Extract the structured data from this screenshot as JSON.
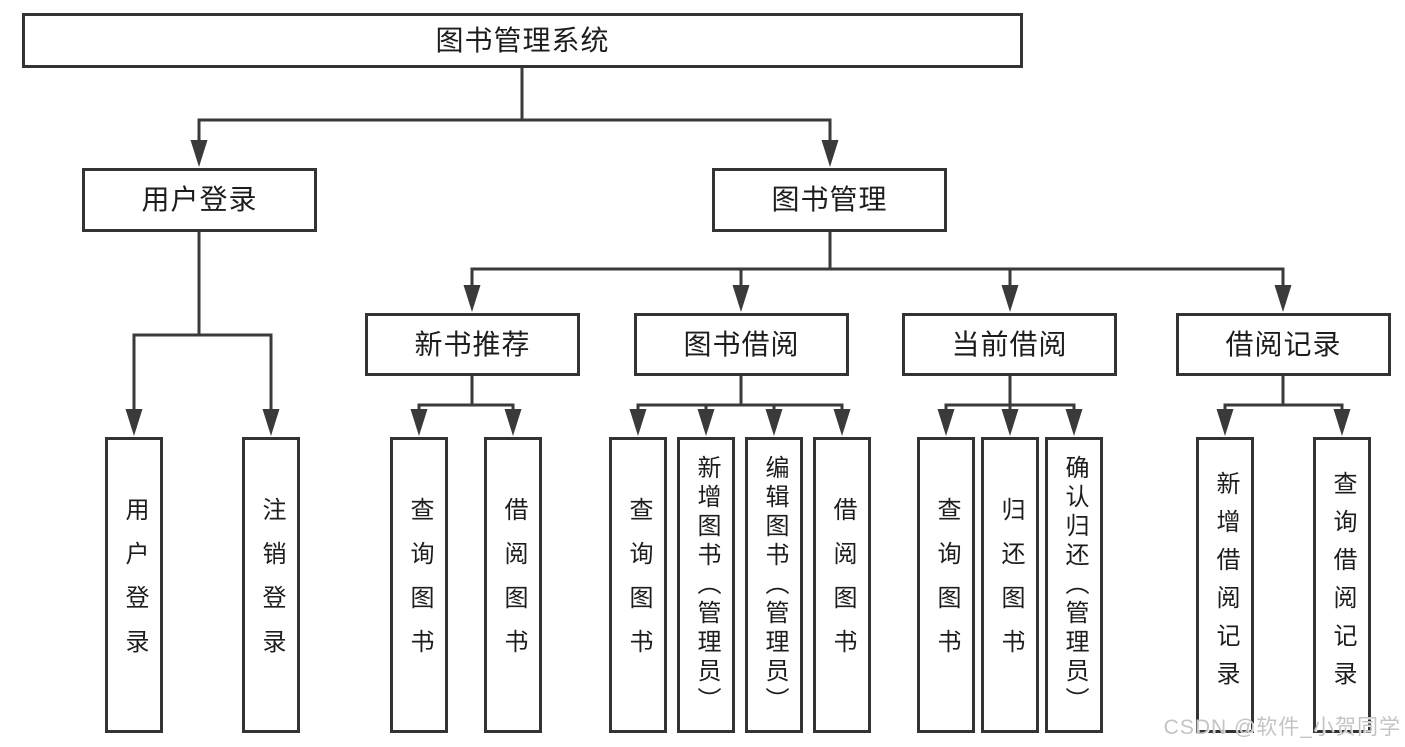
{
  "diagram_title": "图书管理系统",
  "tree": {
    "label": "图书管理系统",
    "children": [
      {
        "label": "用户登录",
        "children": [
          {
            "label": "用户登录"
          },
          {
            "label": "注销登录"
          }
        ]
      },
      {
        "label": "图书管理",
        "children": [
          {
            "label": "新书推荐",
            "children": [
              {
                "label": "查询图书"
              },
              {
                "label": "借阅图书"
              }
            ]
          },
          {
            "label": "图书借阅",
            "children": [
              {
                "label": "查询图书"
              },
              {
                "label": "新增图书（管理员）"
              },
              {
                "label": "编辑图书（管理员）"
              },
              {
                "label": "借阅图书"
              }
            ]
          },
          {
            "label": "当前借阅",
            "children": [
              {
                "label": "查询图书"
              },
              {
                "label": "归还图书"
              },
              {
                "label": "确认归还（管理员）"
              }
            ]
          },
          {
            "label": "借阅记录",
            "children": [
              {
                "label": "新增借阅记录"
              },
              {
                "label": "查询借阅记录"
              }
            ]
          }
        ]
      }
    ]
  },
  "watermark": "CSDN @软件_小贺同学",
  "colors": {
    "line": "#3a3a3a",
    "border": "#333333",
    "text": "#1d1d1d",
    "watermark": "#c4c4c4",
    "background": "#ffffff"
  }
}
